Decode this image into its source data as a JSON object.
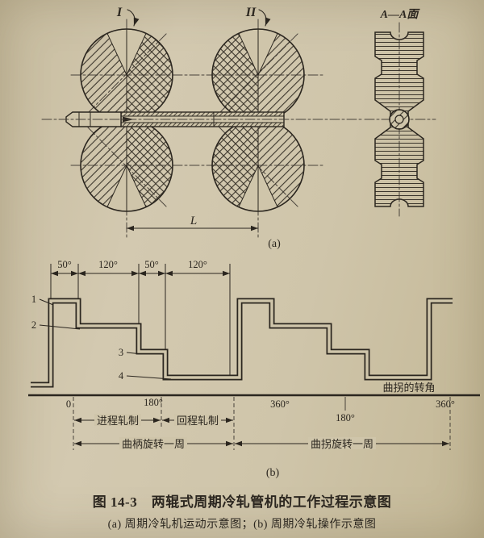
{
  "part_a": {
    "stand_label_left": "I",
    "stand_label_right": "II",
    "section_label": "A—A面",
    "length_label": "L",
    "sublabel": "(a)"
  },
  "part_b": {
    "angle_dims": [
      "50°",
      "120°",
      "50°",
      "120°"
    ],
    "step_labels": [
      "1",
      "2",
      "3",
      "4"
    ],
    "axis_ticks": [
      "0",
      "180°",
      "360°",
      "180°",
      "360°"
    ],
    "axis_title": "曲拐的转角",
    "phase_forward": "进程轧制",
    "phase_return": "回程轧制",
    "cycle_crank": "曲柄旋转一周",
    "cycle_throw": "曲拐旋转一周",
    "sublabel": "(b)"
  },
  "caption": {
    "title": "图 14-3　两辊式周期冷轧管机的工作过程示意图",
    "subtitle": "(a) 周期冷轧机运动示意图；(b) 周期冷轧操作示意图"
  }
}
